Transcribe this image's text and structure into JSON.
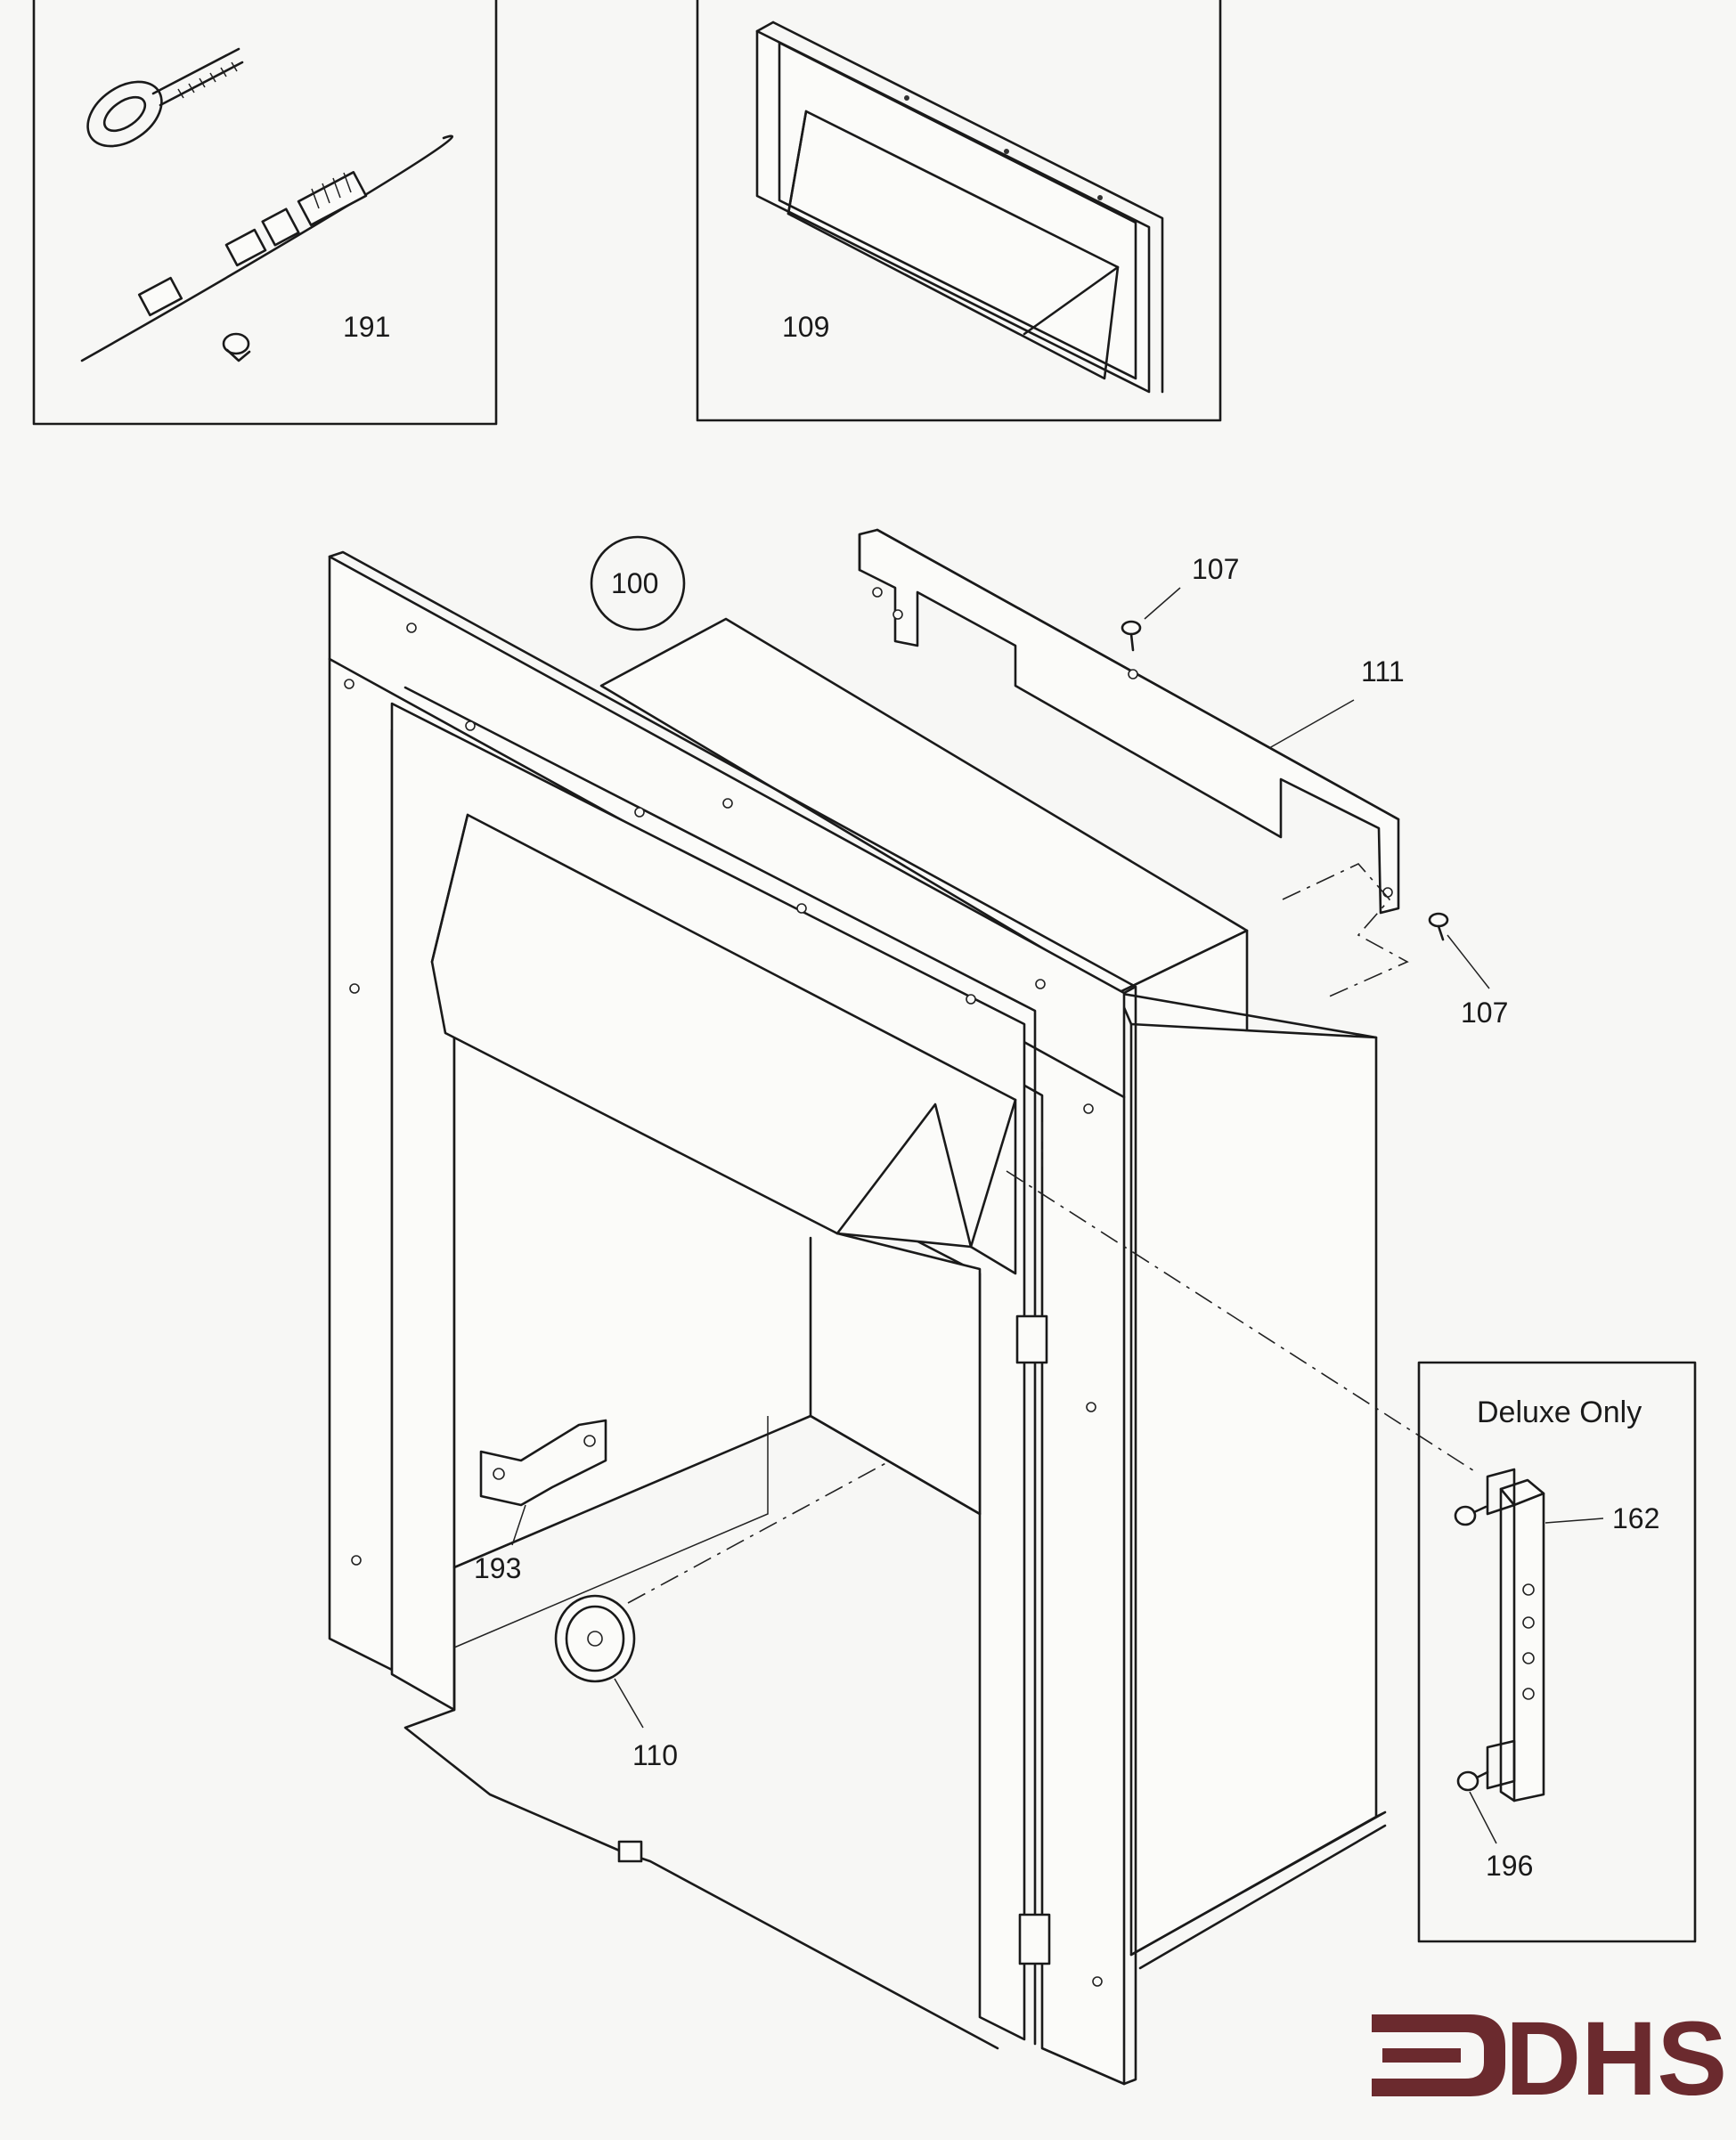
{
  "inset_boxes": {
    "left": {
      "part_label": "191"
    },
    "right": {
      "part_label": "109"
    }
  },
  "main_assembly": {
    "assembly_label": "100",
    "callouts": {
      "screw_top": "107",
      "bracket": "111",
      "screw_right": "107",
      "clip": "193",
      "pulley": "110"
    }
  },
  "deluxe_box": {
    "title": "Deluxe Only",
    "callouts": {
      "panel": "162",
      "screw": "196"
    }
  },
  "logo": {
    "text": "DHS",
    "color": "#6b2a2e"
  }
}
